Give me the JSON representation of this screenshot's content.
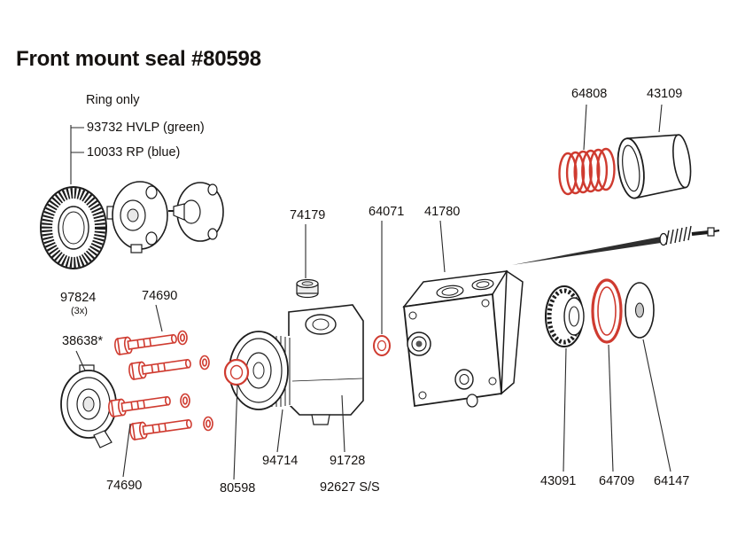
{
  "title": "Front mount seal #80598",
  "colors": {
    "ink": "#1c1c1c",
    "highlight_red": "#cf3b30"
  },
  "labels": {
    "ring_only": "Ring only",
    "ring_hvlp": "93732 HVLP (green)",
    "ring_rp": "10033 RP (blue)",
    "p97824": "97824",
    "p97824_qty": "(3x)",
    "p38638": "38638*",
    "p74690_top": "74690",
    "p74690_bottom": "74690",
    "p74179": "74179",
    "p64071": "64071",
    "p41780": "41780",
    "p64808": "64808",
    "p43109": "43109",
    "p94714": "94714",
    "p91728": "91728",
    "p80598": "80598",
    "p92627": "92627 S/S",
    "p43091": "43091",
    "p64709": "64709",
    "p64147": "64147"
  }
}
